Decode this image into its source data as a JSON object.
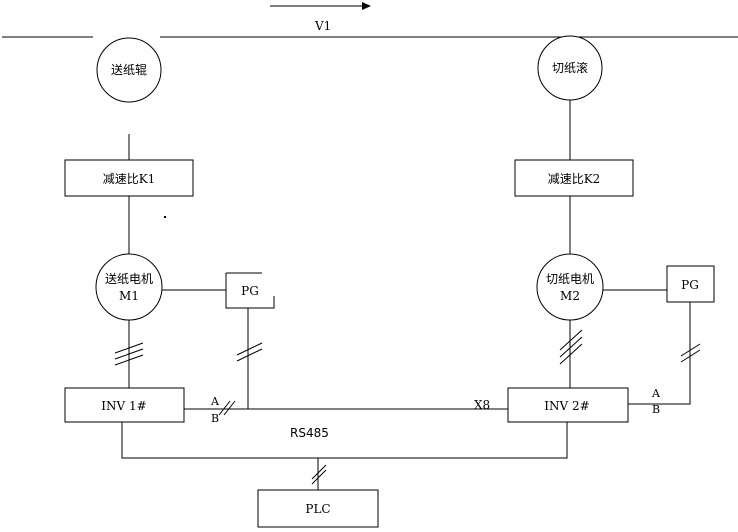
{
  "velocity_label": "V1",
  "feed_roller": "送纸辊",
  "cut_roller": "切纸滚",
  "reducer_left": "减速比K1",
  "reducer_right": "减速比K2",
  "motor_left": {
    "line1": "送纸电机",
    "line2": "M1"
  },
  "motor_right": {
    "line1": "切纸电机",
    "line2": "M2"
  },
  "encoder_left": "PG",
  "encoder_right": "PG",
  "inverter_left": "INV 1#",
  "inverter_right": "INV 2#",
  "port_a": "A",
  "port_b": "B",
  "port_a_right": "A",
  "port_b_right": "B",
  "x8_label": "X8",
  "bus_label": "RS485",
  "plc": "PLC"
}
